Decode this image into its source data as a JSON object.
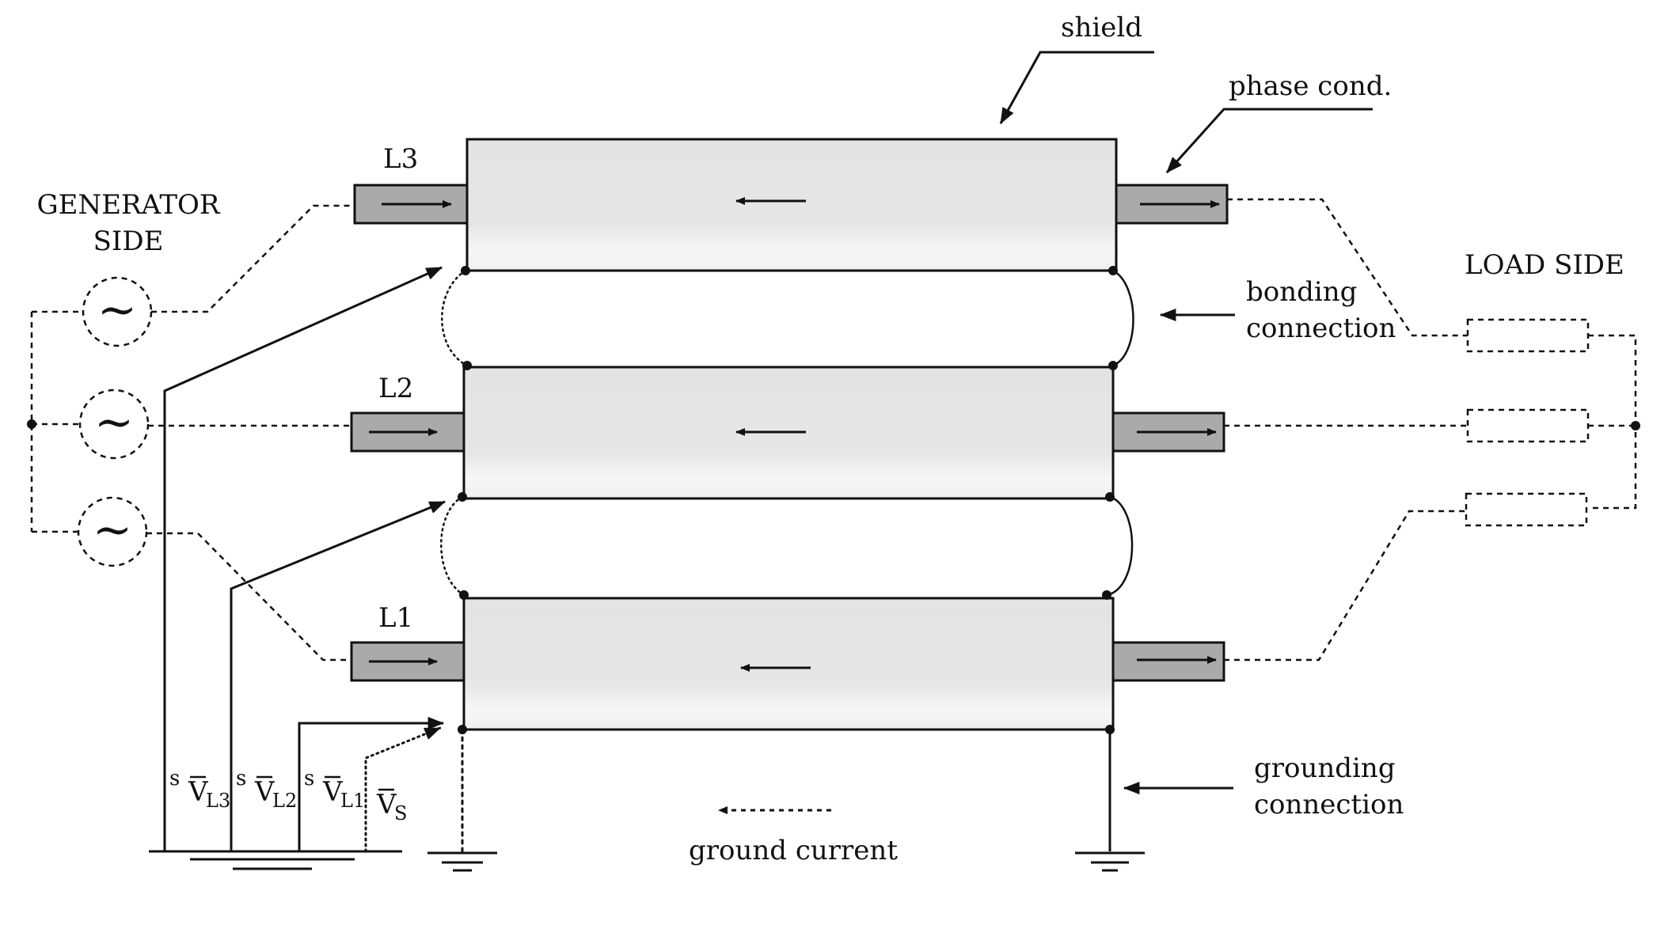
{
  "labels": {
    "shield": "shield",
    "phase_cond": "phase cond.",
    "generator_side_1": "GENERATOR",
    "generator_side_2": "SIDE",
    "load_side": "LOAD SIDE",
    "bonding_1": "bonding",
    "bonding_2": "connection",
    "grounding_1": "grounding",
    "grounding_2": "connection",
    "ground_current": "ground current",
    "phases": [
      "L3",
      "L2",
      "L1"
    ],
    "source_symbol": "~"
  },
  "voltages": [
    {
      "sup": "s",
      "main": "V",
      "sub": "L3"
    },
    {
      "sup": "s",
      "main": "V",
      "sub": "L2"
    },
    {
      "sup": "s",
      "main": "V",
      "sub": "L1"
    },
    {
      "sup": "",
      "main": "V",
      "sub": "S"
    }
  ],
  "colors": {
    "line": "#111111",
    "conductor": "#aaaaaa",
    "shield_fill": "#e6e6e6",
    "shield_highlight": "#f7f7f7"
  }
}
